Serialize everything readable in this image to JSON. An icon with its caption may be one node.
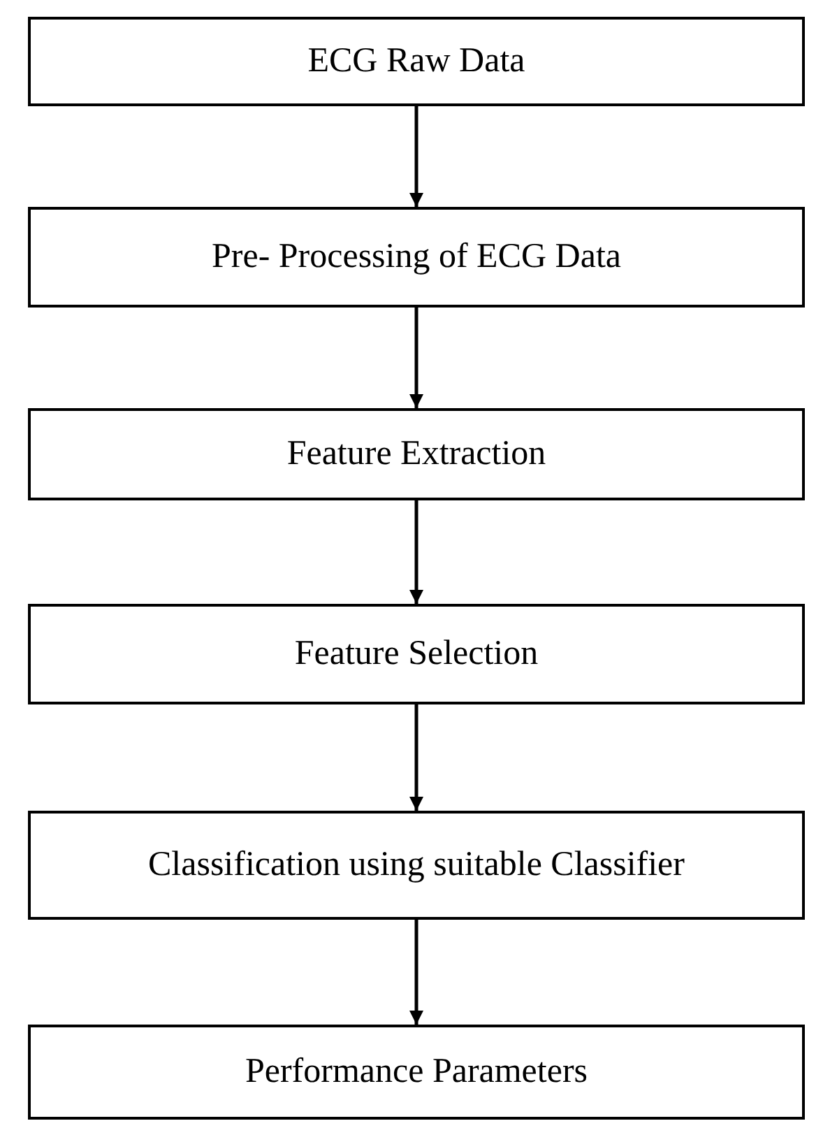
{
  "diagram": {
    "nodes": [
      {
        "text": [
          "ECG Raw Data"
        ]
      },
      {
        "text": [
          "Pre- Processing of ECG Data"
        ]
      },
      {
        "text": [
          "Feature Extraction"
        ]
      },
      {
        "text": [
          "Feature Selection"
        ]
      },
      {
        "text": [
          "Classification using suitable Classifier"
        ]
      },
      {
        "text": [
          "Performance Parameters"
        ]
      }
    ],
    "edges": [
      {
        "from": 0,
        "to": 1,
        "arrow": "to"
      },
      {
        "from": 1,
        "to": 2,
        "arrow": "to"
      },
      {
        "from": 2,
        "to": 3,
        "arrow": "to"
      },
      {
        "from": 3,
        "to": 4,
        "arrow": "to"
      },
      {
        "from": 4,
        "to": 5,
        "arrow": "to"
      }
    ]
  }
}
